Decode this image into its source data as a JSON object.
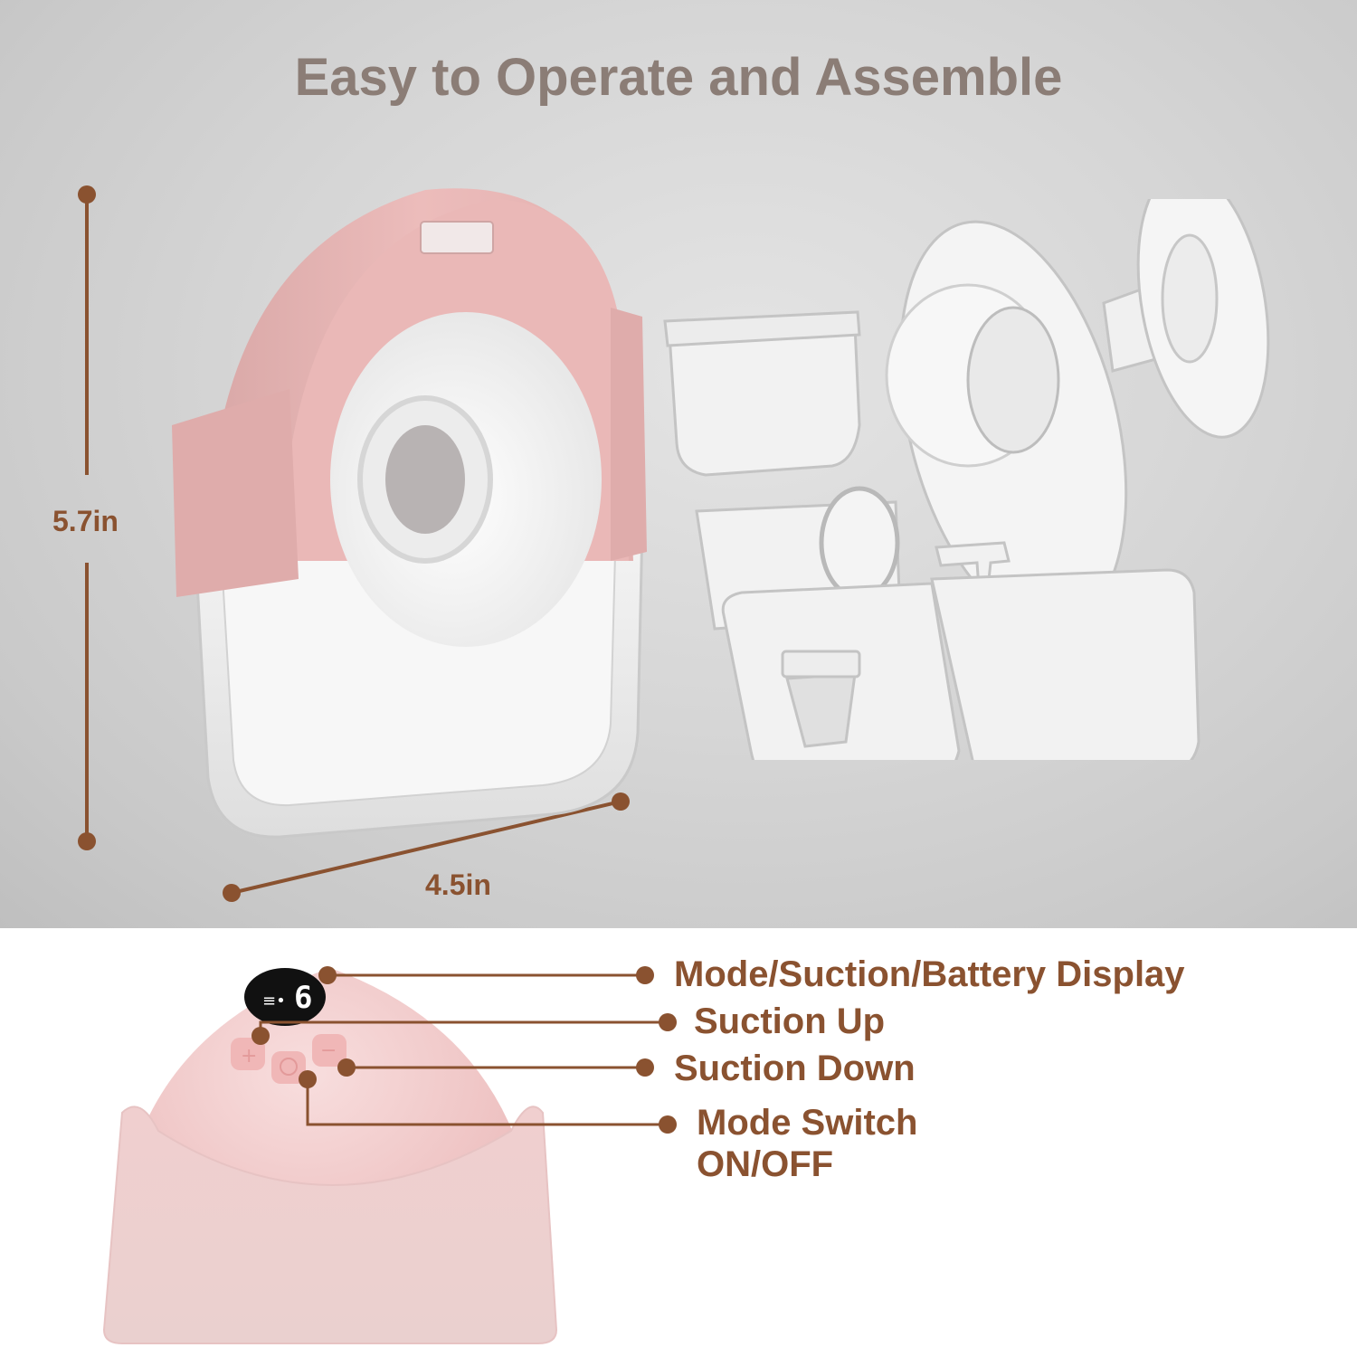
{
  "header": {
    "title": "Easy to Operate and Assemble"
  },
  "dimensions": {
    "height_label": "5.7in",
    "width_label": "4.5in"
  },
  "product": {
    "main_unit": "wearable-pump-assembled",
    "parts": [
      "connector-cup",
      "large-flange",
      "small-flange-insert",
      "valve-housing",
      "duckbill-valve",
      "milk-collection-cup",
      "lid-valve-pin"
    ],
    "display_value": "6",
    "colors": {
      "shell_pink": "#e7b7b6",
      "accent_brown": "#8a5230",
      "title_gray": "#8b7d76",
      "display_black": "#111111"
    }
  },
  "callouts": [
    {
      "label": "Mode/Suction/Battery Display"
    },
    {
      "label": "Suction Up"
    },
    {
      "label": "Suction Down"
    },
    {
      "label": "Mode Switch"
    },
    {
      "label": "ON/OFF"
    }
  ],
  "buttons": {
    "plus": "+",
    "minus": "−"
  }
}
